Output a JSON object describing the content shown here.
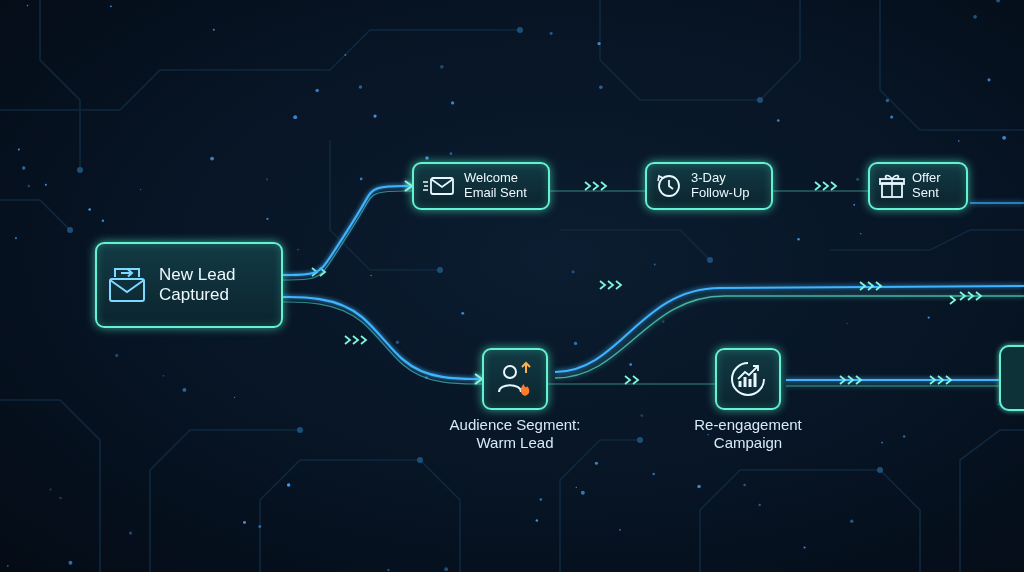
{
  "diagram": {
    "nodes": [
      {
        "text": [
          "New Lead Captured"
        ]
      },
      {
        "text": [
          "Welcome Email Sent"
        ]
      },
      {
        "text": [
          "3-Day Follow-Up"
        ]
      },
      {
        "text": [
          "Offer Sent"
        ]
      },
      {
        "text": [
          "Audience Segment: Warm Lead"
        ]
      },
      {
        "text": [
          "Re-engagement Campaign"
        ]
      }
    ],
    "edges": [
      {
        "from": 0,
        "to": 1,
        "arrow": "to"
      },
      {
        "from": 1,
        "to": 2,
        "arrow": "to"
      },
      {
        "from": 2,
        "to": 3,
        "arrow": "to"
      },
      {
        "from": 0,
        "to": 4,
        "arrow": "to"
      },
      {
        "from": 4,
        "to": 5,
        "arrow": "to"
      }
    ]
  }
}
